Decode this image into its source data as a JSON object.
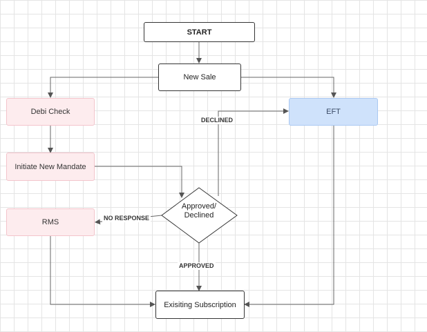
{
  "nodes": {
    "start": "START",
    "new_sale": "New Sale",
    "debi_check": "Debi Check",
    "eft": "EFT",
    "initiate_new_mandate": "Initiate New Mandate",
    "rms": "RMS",
    "decision": "Approved/\nDeclined",
    "existing_subscription": "Exisiting Subscription"
  },
  "edge_labels": {
    "declined": "DECLINED",
    "no_response": "NO RESPONSE",
    "approved": "APPROVED"
  },
  "colors": {
    "pink_fill": "#fdecee",
    "pink_border": "#f3c4cb",
    "blue_fill": "#cfe2fb",
    "blue_border": "#a9c8f2",
    "edge": "#555555"
  }
}
